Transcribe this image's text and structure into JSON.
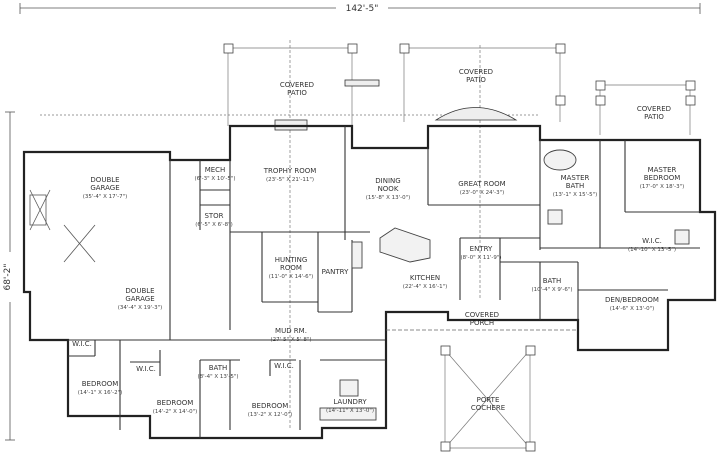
{
  "overall": {
    "width": "142'-5\"",
    "depth": "68'-2\""
  },
  "rooms": [
    {
      "id": "double-garage-1",
      "name_lines": [
        "DOUBLE",
        "GARAGE"
      ],
      "dim": "(35'-4\" X 17'-7\")"
    },
    {
      "id": "double-garage-2",
      "name_lines": [
        "DOUBLE",
        "GARAGE"
      ],
      "dim": "(34'-4\" X 19'-3\")"
    },
    {
      "id": "mech",
      "name_lines": [
        "MECH"
      ],
      "dim": "(6'-3\" X 10'-5\")"
    },
    {
      "id": "stor",
      "name_lines": [
        "STOR"
      ],
      "dim": "(6'-5\" X 6'-8\")"
    },
    {
      "id": "trophy-room",
      "name_lines": [
        "TROPHY ROOM"
      ],
      "dim": "(23'-5\" X 21'-11\")"
    },
    {
      "id": "hunting-room",
      "name_lines": [
        "HUNTING",
        "ROOM"
      ],
      "dim": "(11'-0\" X 14'-6\")"
    },
    {
      "id": "pantry",
      "name_lines": [
        "PANTRY"
      ],
      "dim": ""
    },
    {
      "id": "dining-nook",
      "name_lines": [
        "DINING",
        "NOOK"
      ],
      "dim": "(15'-8\" X 13'-0\")"
    },
    {
      "id": "great-room",
      "name_lines": [
        "GREAT ROOM"
      ],
      "dim": "(23'-0\" X 24'-3\")"
    },
    {
      "id": "kitchen",
      "name_lines": [
        "KITCHEN"
      ],
      "dim": "(22'-4\" X 16'-1\")"
    },
    {
      "id": "entry",
      "name_lines": [
        "ENTRY"
      ],
      "dim": "(8'-0\" X 11'-9\")"
    },
    {
      "id": "master-bath",
      "name_lines": [
        "MASTER",
        "BATH"
      ],
      "dim": "(13'-1\" X 15'-5\")"
    },
    {
      "id": "master-bedroom",
      "name_lines": [
        "MASTER",
        "BEDROOM"
      ],
      "dim": "(17'-0\" X 18'-3\")"
    },
    {
      "id": "wic-master",
      "name_lines": [
        "W.I.C."
      ],
      "dim": "(14'-10\" X 13'-5\")"
    },
    {
      "id": "bath-1",
      "name_lines": [
        "BATH"
      ],
      "dim": "(10'-4\" X 9'-6\")"
    },
    {
      "id": "den-bedroom",
      "name_lines": [
        "DEN/BEDROOM"
      ],
      "dim": "(14'-6\" X 13'-0\")"
    },
    {
      "id": "mud-rm",
      "name_lines": [
        "MUD RM."
      ],
      "dim": "(27'-5\" X 5'-8\")"
    },
    {
      "id": "bath-2",
      "name_lines": [
        "BATH"
      ],
      "dim": "(8'-4\" X 13'-5\")"
    },
    {
      "id": "bedroom-1",
      "name_lines": [
        "BEDROOM"
      ],
      "dim": "(14'-1\" X 16'-2\")"
    },
    {
      "id": "bedroom-2",
      "name_lines": [
        "BEDROOM"
      ],
      "dim": "(14'-2\" X 14'-0\")"
    },
    {
      "id": "bedroom-3",
      "name_lines": [
        "BEDROOM"
      ],
      "dim": "(13'-2\" X 12'-0\")"
    },
    {
      "id": "laundry",
      "name_lines": [
        "LAUNDRY"
      ],
      "dim": "(14'-11\" X 13'-0\")"
    },
    {
      "id": "wic-1",
      "name_lines": [
        "W.I.C."
      ],
      "dim": ""
    },
    {
      "id": "wic-2",
      "name_lines": [
        "W.I.C."
      ],
      "dim": ""
    },
    {
      "id": "wic-3",
      "name_lines": [
        "W.I.C."
      ],
      "dim": ""
    },
    {
      "id": "covered-patio-1",
      "name_lines": [
        "COVERED",
        "PATIO"
      ],
      "dim": ""
    },
    {
      "id": "covered-patio-2",
      "name_lines": [
        "COVERED",
        "PATIO"
      ],
      "dim": ""
    },
    {
      "id": "covered-patio-3",
      "name_lines": [
        "COVERED",
        "PATIO"
      ],
      "dim": ""
    },
    {
      "id": "covered-porch",
      "name_lines": [
        "COVERED",
        "PORCH"
      ],
      "dim": ""
    },
    {
      "id": "porte-cochere",
      "name_lines": [
        "PORTE",
        "COCHERE"
      ],
      "dim": ""
    }
  ]
}
